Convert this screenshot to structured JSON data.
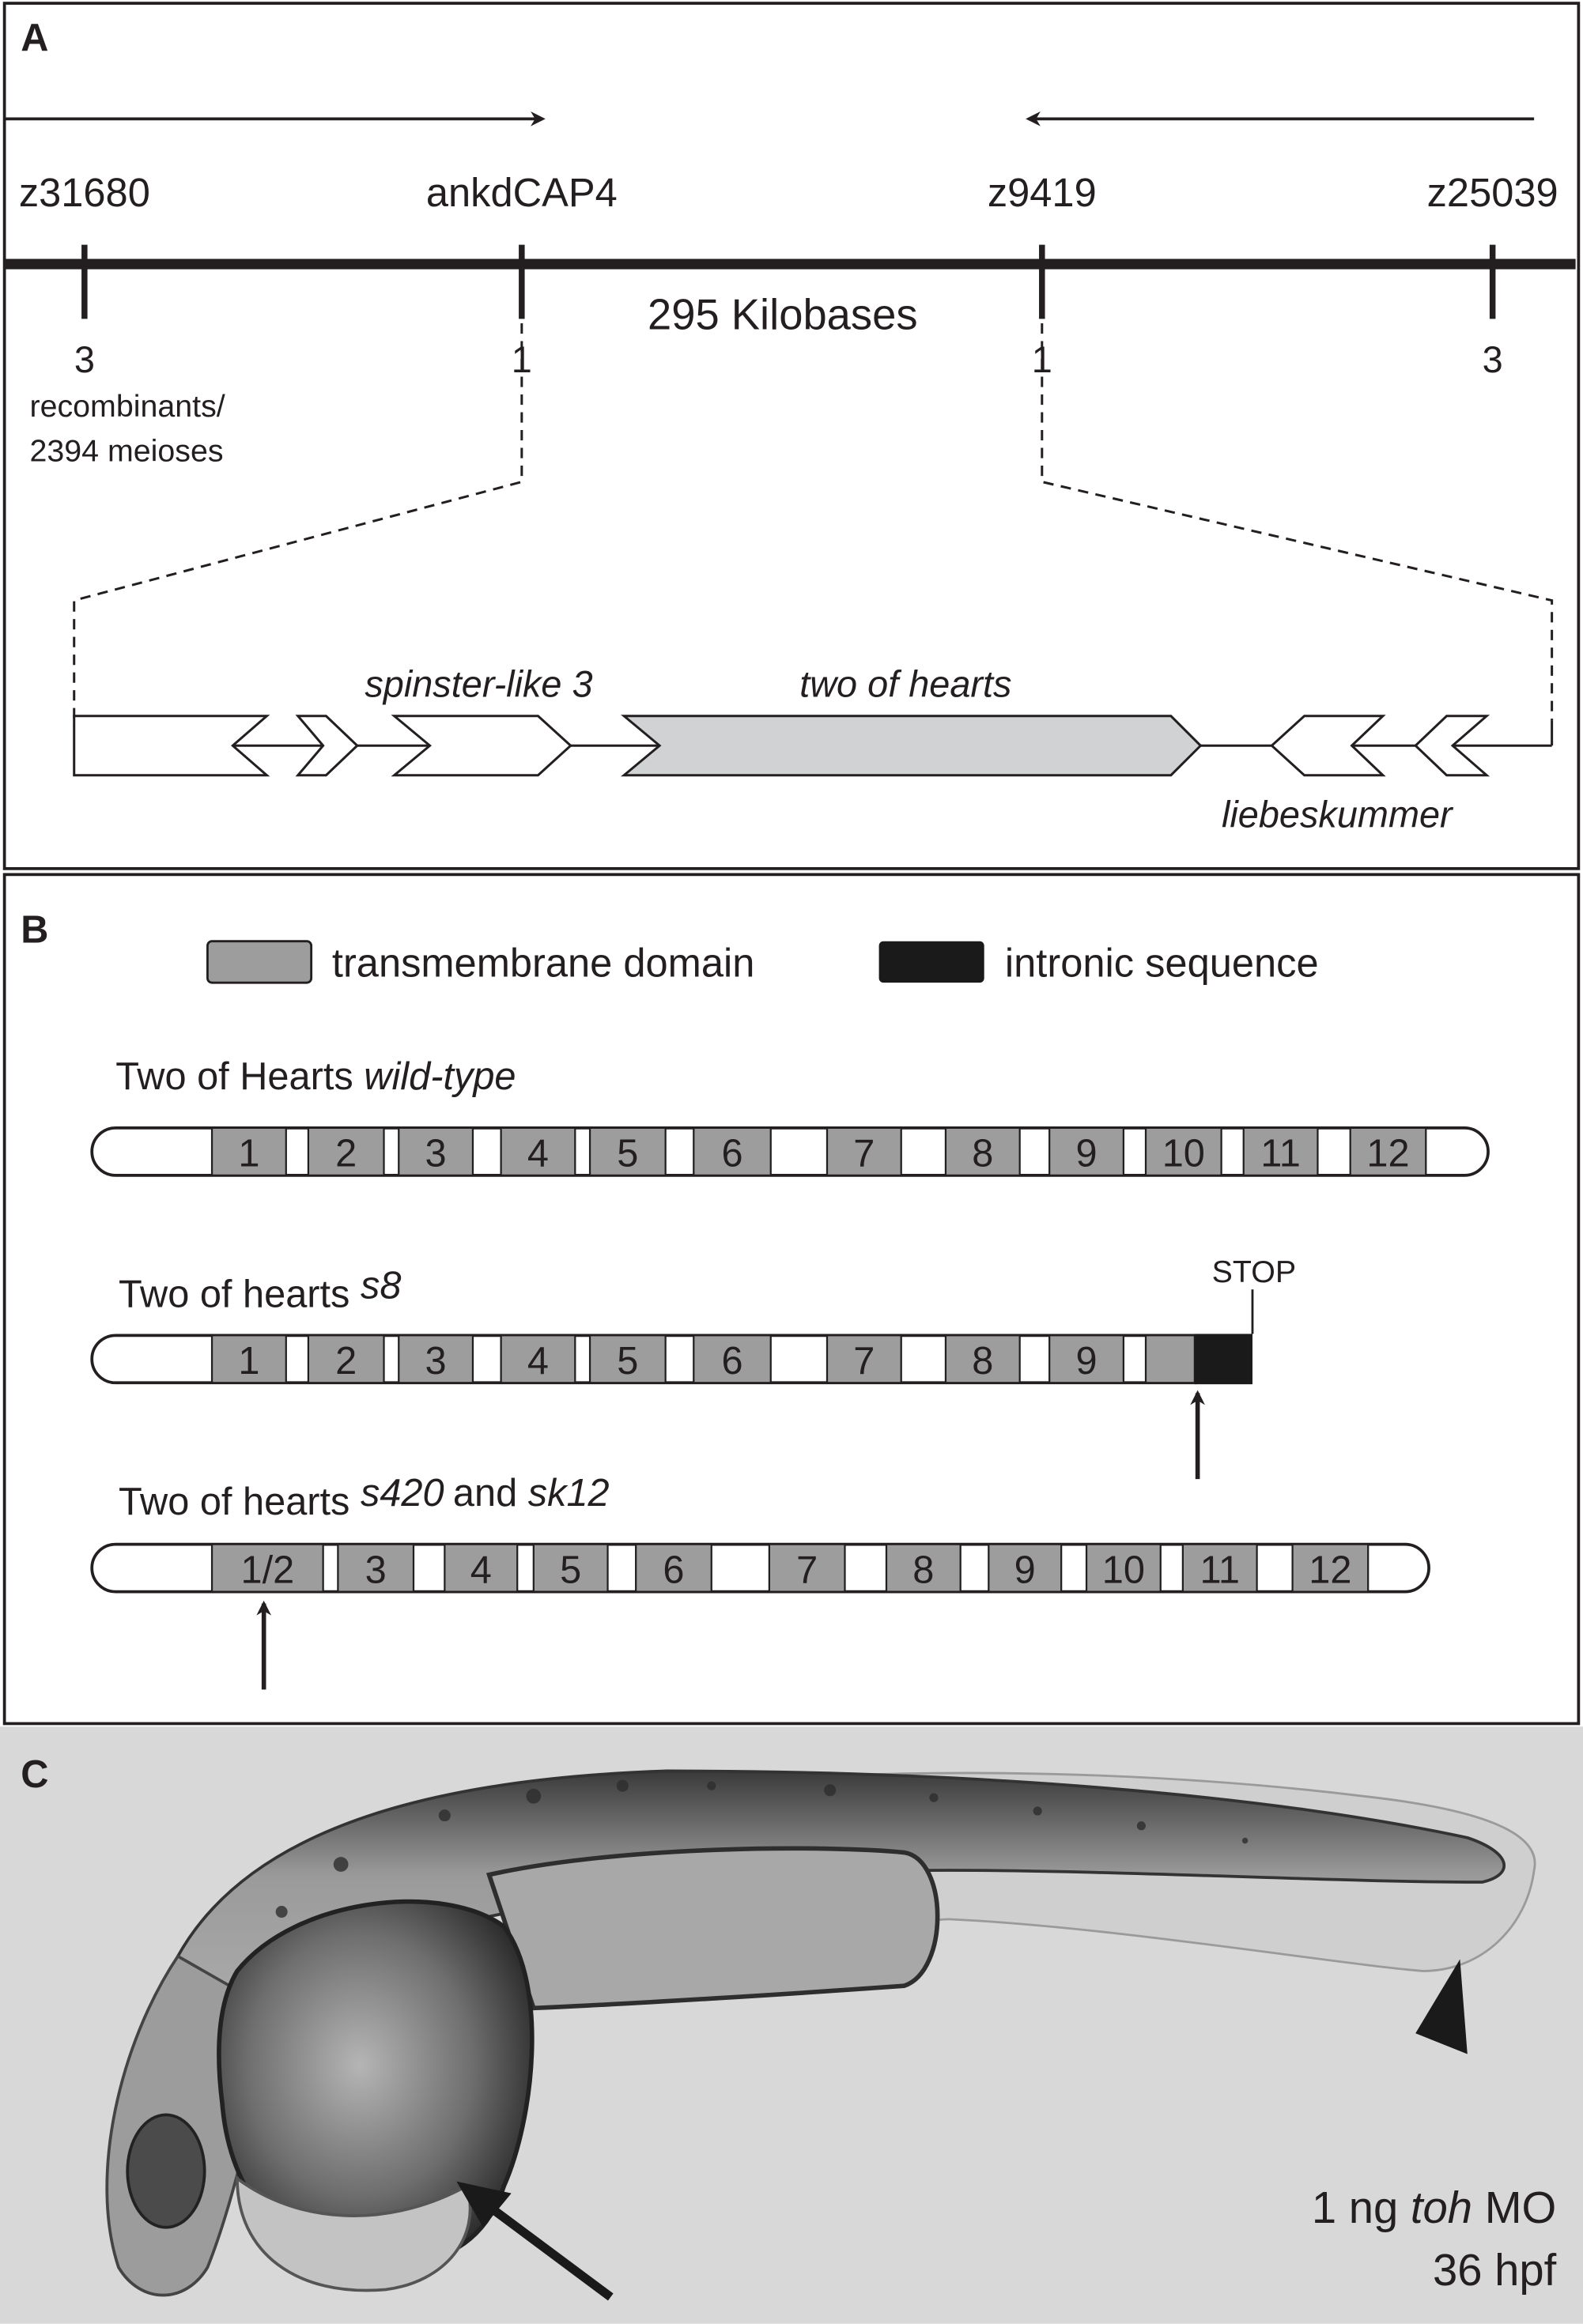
{
  "panel_a": {
    "label": "A",
    "markers": [
      {
        "name": "z31680",
        "recombinants": "3"
      },
      {
        "name": "ankdCAP4",
        "recombinants": "1"
      },
      {
        "name": "z9419",
        "recombinants": "1"
      },
      {
        "name": "z25039",
        "recombinants": "3"
      }
    ],
    "distance": "295 Kilobases",
    "recombinant_note_line1": "recombinants/",
    "recombinant_note_line2": "2394 meioses",
    "genes": {
      "spinster": "spinster-like 3",
      "toh": "two of hearts",
      "liebeskummer": "liebeskummer"
    },
    "colors": {
      "toh_fill": "#d1d2d4"
    }
  },
  "panel_b": {
    "label": "B",
    "legend": {
      "transmembrane": "transmembrane domain",
      "intronic": "intronic sequence",
      "tm_color": "#9d9d9d",
      "intron_color": "#1a1a1a"
    },
    "wildtype": {
      "title_plain": "Two of Hearts",
      "title_italic": "wild-type",
      "exons": [
        "1",
        "2",
        "3",
        "4",
        "5",
        "6",
        "7",
        "8",
        "9",
        "10",
        "11",
        "12"
      ]
    },
    "s8": {
      "title_plain": "Two of hearts",
      "title_italic": "s8",
      "exons": [
        "1",
        "2",
        "3",
        "4",
        "5",
        "6",
        "7",
        "8",
        "9",
        ""
      ],
      "stop_label": "STOP"
    },
    "s420": {
      "title_plain": "Two of hearts",
      "title_italic1": "s420",
      "title_mid": "and",
      "title_italic2": "sk12",
      "exons": [
        "1/2",
        "3",
        "4",
        "5",
        "6",
        "7",
        "8",
        "9",
        "10",
        "11",
        "12"
      ]
    }
  },
  "panel_c": {
    "label": "C",
    "caption_pre": "1 ng",
    "caption_italic": "toh",
    "caption_post": "MO",
    "caption_line2": "36 hpf"
  }
}
